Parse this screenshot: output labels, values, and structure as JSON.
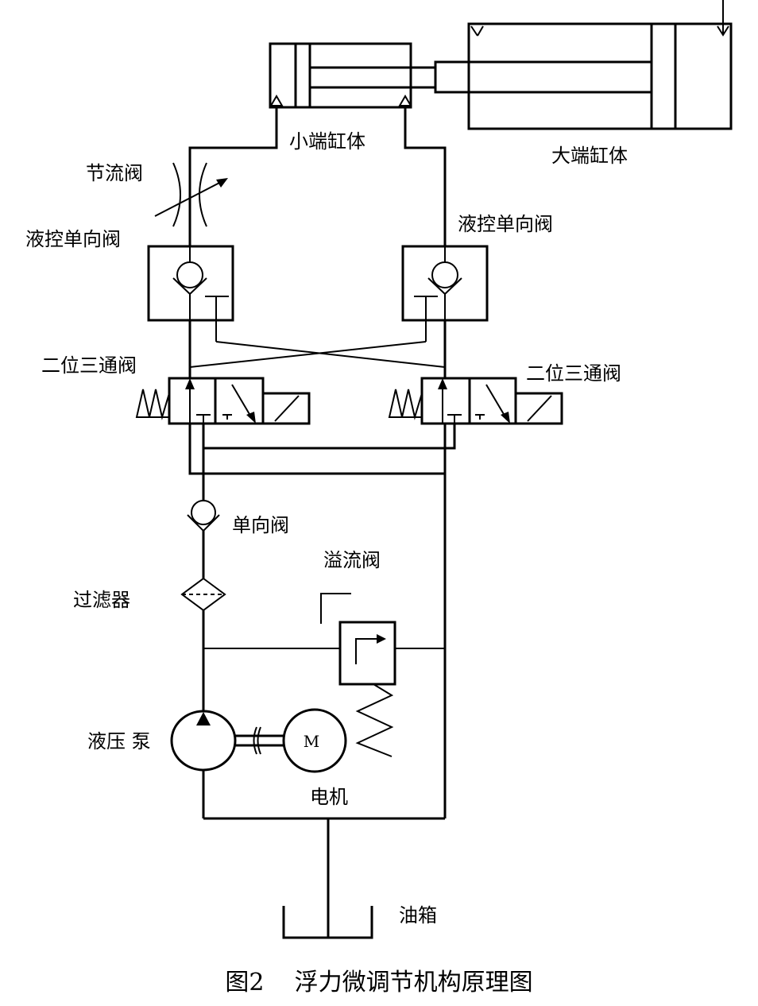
{
  "labels": {
    "small_cylinder": "小端缸体",
    "large_cylinder": "大端缸体",
    "throttle_valve": "节流阀",
    "pilot_check_left": "液控单向阀",
    "pilot_check_right": "液控单向阀",
    "directional_left": "二位三通阀",
    "directional_right": "二位三通阀",
    "check_valve": "单向阀",
    "relief_valve": "溢流阀",
    "filter": "过滤器",
    "pump": "液压 泵",
    "motor_symbol": "M",
    "motor": "电机",
    "tank": "油箱"
  },
  "caption": "图2    浮力微调节机构原理图"
}
